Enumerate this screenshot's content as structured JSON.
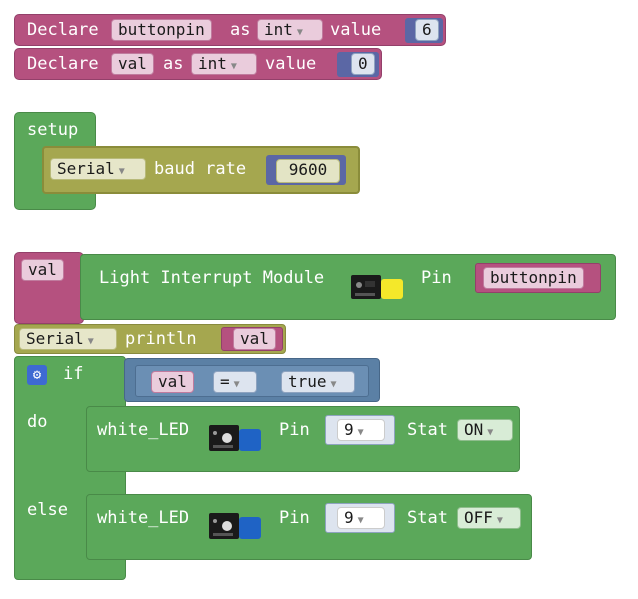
{
  "declares": [
    {
      "kw": "Declare",
      "name": "buttonpin",
      "as": "as",
      "type": "int",
      "value_kw": "value",
      "value": "6"
    },
    {
      "kw": "Declare",
      "name": "val",
      "as": "as",
      "type": "int",
      "value_kw": "value",
      "value": "0"
    }
  ],
  "setup": {
    "label": "setup",
    "serial_dropdown": "Serial",
    "baud_label": "baud rate",
    "baud_value": "9600"
  },
  "assign": {
    "var": "val",
    "module_label": "Light Interrupt Module",
    "pin_label": "Pin",
    "pin_value": "buttonpin"
  },
  "print": {
    "serial_dropdown": "Serial",
    "println_label": "println",
    "var": "val"
  },
  "if_block": {
    "if_label": "if",
    "do_label": "do",
    "else_label": "else",
    "cond_left": "val",
    "cond_op": "=",
    "cond_right": "true",
    "do_stmt": {
      "module": "white_LED",
      "pin_label": "Pin",
      "pin": "9",
      "stat_label": "Stat",
      "stat": "ON"
    },
    "else_stmt": {
      "module": "white_LED",
      "pin_label": "Pin",
      "pin": "9",
      "stat_label": "Stat",
      "stat": "OFF"
    }
  },
  "icons": [
    "gear-icon",
    "light-sensor-module-icon",
    "led-module-icon",
    "dropdown-arrow-icon"
  ],
  "colors": {
    "variables": "#b5517f",
    "setup": "#5ba85a",
    "serial": "#a5a74f",
    "logic": "#5b80a5",
    "math": "#5b67a5"
  }
}
